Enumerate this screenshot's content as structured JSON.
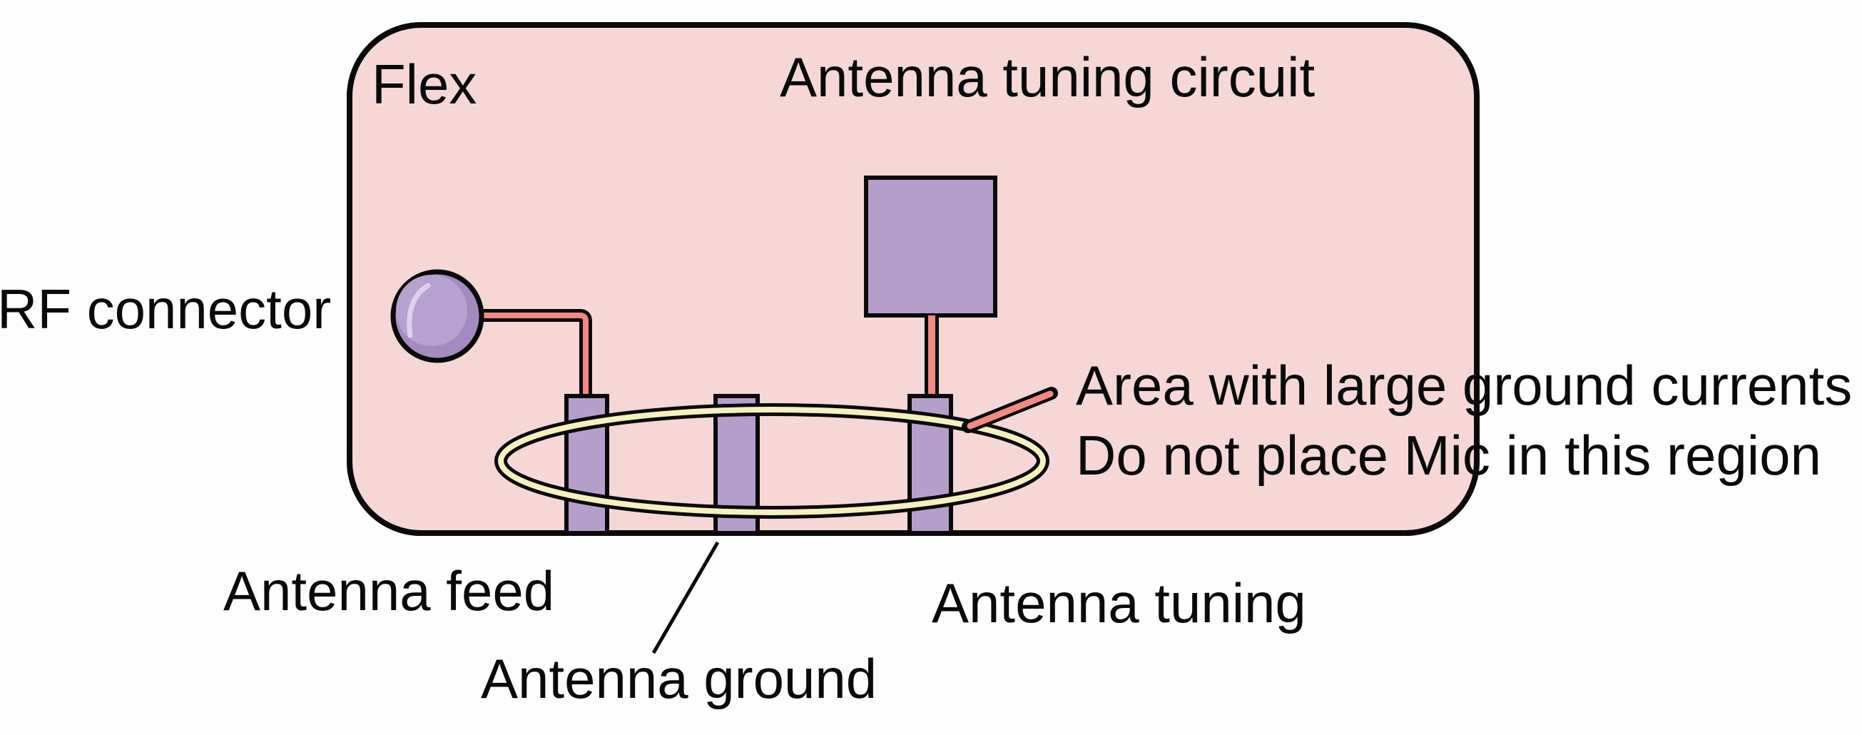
{
  "diagram": {
    "board_label": "Flex",
    "circuit_label": "Antenna tuning circuit",
    "connector_label": "RF connector",
    "warning_lines": [
      "Area with large ground currents",
      "Do not place Mic in this region"
    ],
    "feed_label": "Antenna feed",
    "ground_label": "Antenna ground",
    "tuning_label": "Antenna tuning"
  },
  "colors": {
    "board_fill": "#f5d7d7",
    "component_fill": "#b59fca",
    "trace": "#ef8a85",
    "current_loop": "#f5efc2",
    "outline": "#0a0a0a"
  }
}
